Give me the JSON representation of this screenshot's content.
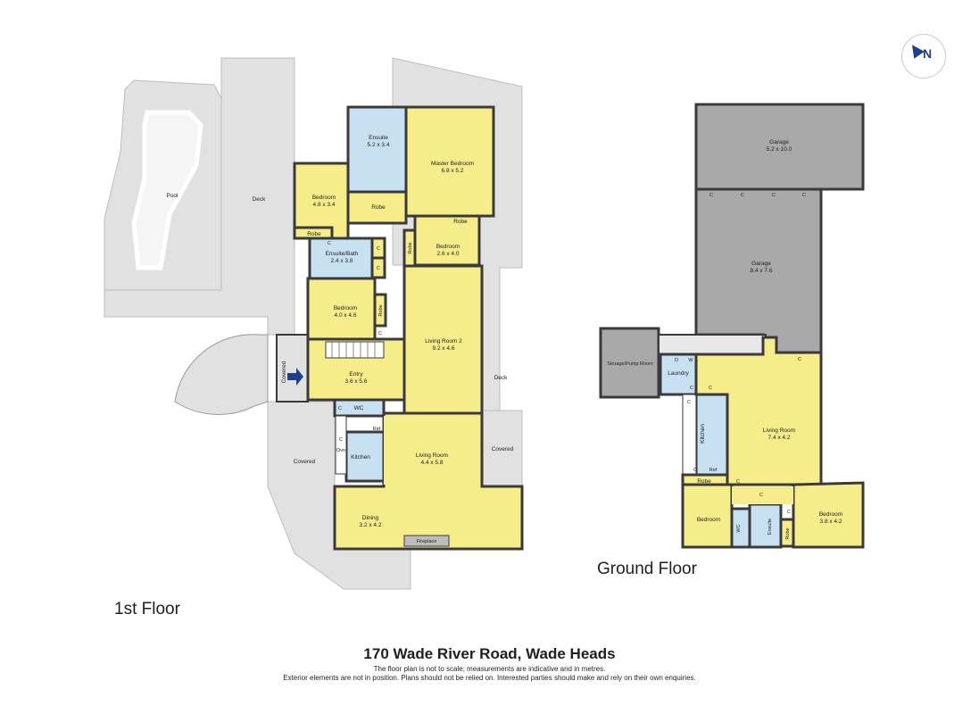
{
  "floors": {
    "first": "1st Floor",
    "ground": "Ground Floor"
  },
  "footer": {
    "address": "170 Wade River Road, Wade Heads",
    "disclaimer1": "The floor plan is not to scale; measurements are indicative and in metres.",
    "disclaimer2": "Exterior elements are not in position. Plans should not be relied on. Interested parties should make and rely on their own enquiries."
  },
  "compass": {
    "label": "N",
    "icon": "north-arrow-icon"
  },
  "colors": {
    "living": "#f7ec8a",
    "wet": "#c7e0f2",
    "garage": "#a9a9a9",
    "exterior": "#e1e1e1",
    "walls": "#3a3a3a",
    "accent": "#1f3e8c"
  },
  "first_floor": {
    "pool": "Pool",
    "deck_left": "Deck",
    "deck_right": "Deck",
    "covered_left": "Covered",
    "covered_stairs": "Covered",
    "covered_right": "Covered",
    "ensuite": {
      "name": "Ensuite",
      "size": "5.2 x 3.4"
    },
    "master": {
      "name": "Master Bedroom",
      "size": "6.8 x 5.2"
    },
    "bedroom1": {
      "name": "Bedroom",
      "size": "4.8 x 3.4"
    },
    "robe_a": "Robe",
    "robe_b": "Robe",
    "robe_c": "Robe",
    "robe_d": "Robe",
    "robe_e": "Robe",
    "bedroom2": {
      "name": "Bedroom",
      "size": "2.6 x 4.0"
    },
    "ensuite_bath": {
      "name": "Ensuite/Bath",
      "size": "2.4 x 3.8"
    },
    "bedroom3": {
      "name": "Bedroom",
      "size": "4.0 x 4.6"
    },
    "living2": {
      "name": "Living Room 2",
      "size": "9.2 x 4.6"
    },
    "entry": {
      "name": "Entry",
      "size": "3.6 x 5.6"
    },
    "wc": "WC",
    "ref": "Ref",
    "oven": "Ovn",
    "kitchen": "Kitchen",
    "living": {
      "name": "Living Room",
      "size": "4.4 x 5.8"
    },
    "dining": {
      "name": "Dining",
      "size": "3.2 x 4.2"
    },
    "fireplace": "Fireplace",
    "c": "C"
  },
  "ground_floor": {
    "garage1": {
      "name": "Garage",
      "size": "5.2 x 10.0"
    },
    "garage2": {
      "name": "Garage",
      "size": "8.4 x 7.6"
    },
    "storage": "Storage/Pump Room",
    "laundry": "Laundry",
    "d": "D",
    "w": "W",
    "kitchen": "Kitchen",
    "ref": "Ref",
    "living": {
      "name": "Living Room",
      "size": "7.4 x 4.2"
    },
    "robe_a": "Robe",
    "robe_b": "Robe",
    "bedroom_left": "Bedroom",
    "wc": "WC",
    "ensuite": "Ensuite",
    "bedroom_right": {
      "name": "Bedroom",
      "size": "3.8 x 4.2"
    },
    "c": "C"
  }
}
